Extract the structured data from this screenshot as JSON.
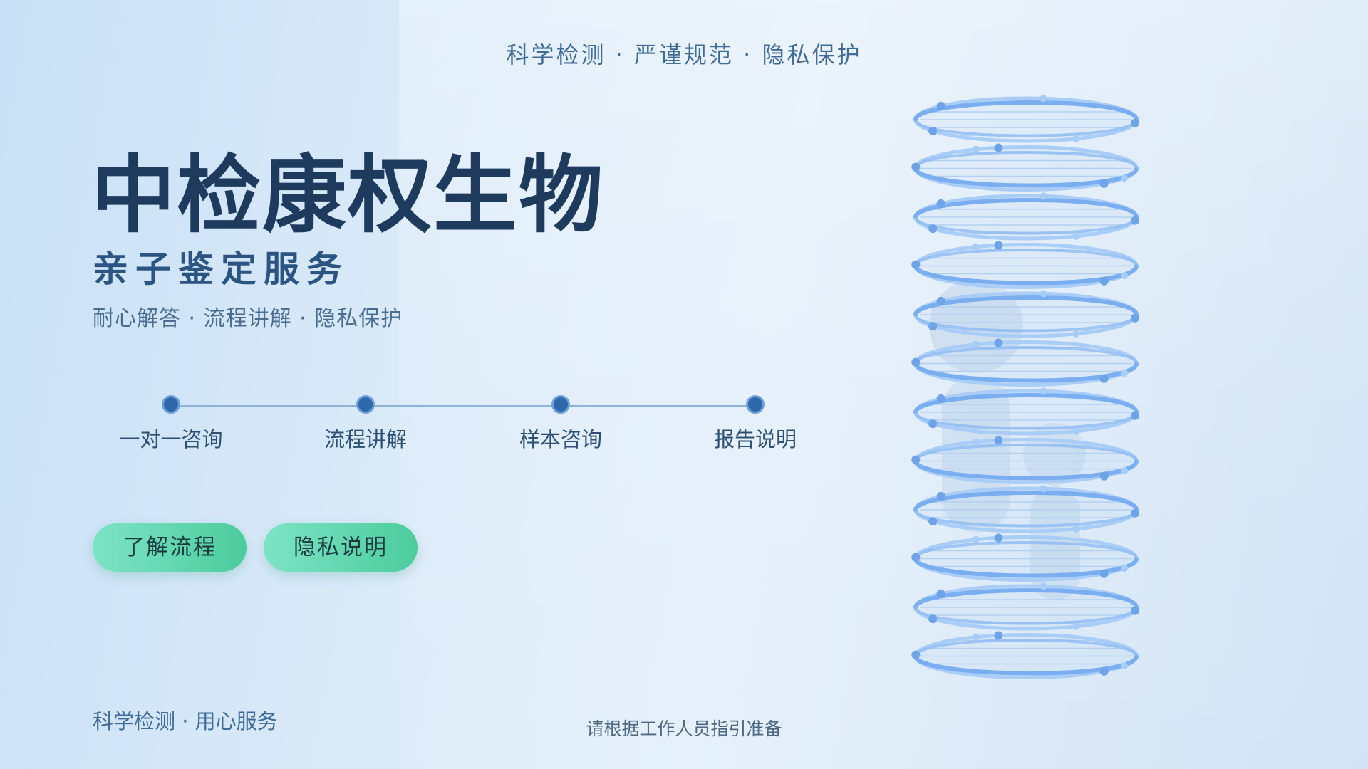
{
  "header": {
    "tagline": "科学检测 · 严谨规范 · 隐私保护"
  },
  "hero": {
    "brand": "中检康权生物",
    "service": "亲子鉴定服务",
    "subtitle": "耐心解答 · 流程讲解 · 隐私保护"
  },
  "steps": [
    {
      "label": "一对一咨询"
    },
    {
      "label": "流程讲解"
    },
    {
      "label": "样本咨询"
    },
    {
      "label": "报告说明"
    }
  ],
  "buttons": {
    "learn_process": "了解流程",
    "privacy_notice": "隐私说明"
  },
  "footer": {
    "slogan": "科学检测 · 用心服务",
    "note": "请根据工作人员指引准备"
  },
  "colors": {
    "brand_text": "#1e3b5e",
    "accent_blue": "#2e68ab",
    "button_green": "#4ccc9d",
    "helix_strand": "#7aaef0"
  },
  "illustration": {
    "icon": "dna-helix-icon"
  }
}
